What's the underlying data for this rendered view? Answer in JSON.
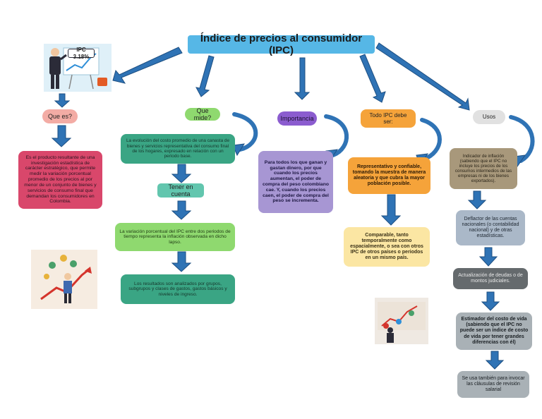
{
  "title": "Índice de precios al consumidor (IPC)",
  "badge": "IPC 3.18%",
  "col1": {
    "head": "Que es?",
    "text": "Es el producto resultante de una investigación estadística de carácter estratégico, que permite medir la variación porcentual promedio de los precios al por menor de un conjunto de bienes y servicios de consumo final que demandan los consumidores en Colombia."
  },
  "col2": {
    "head": "Que mide?",
    "box1": "La evolución del costo promedio de una canasta de bienes y servicios representativa del consumo final de los hogares, expresado en relación con un periodo base.",
    "mid": "Tener en cuenta",
    "box2": "La variación porcentual del IPC entre dos periodos de tiempo representa la inflación observada en dicho lapso.",
    "box3": "Los resultados son analizados por grupos, subgrupos y clases de gastos, gastos básicos y niveles de ingreso."
  },
  "col3": {
    "head": "Importancia",
    "text": "Para todos los que ganan y gastan dinero, por que cuando los precios aumentan, el poder de compra del peso colombiano cae. Y, cuando los precios caen, el poder de compra del peso se incrementa."
  },
  "col4": {
    "head": "Todo IPC debe ser:",
    "box1": "Representativo y confiable, tomando la muestra de manera aleatoria y que cubra la mayor población posible.",
    "box2": "Comparable, tanto temporalmente como espacialmente, o sea con otros IPC de otros países o periodos en un mismo país."
  },
  "col5": {
    "head": "Usos",
    "items": [
      "Indicador de inflación (sabiendo que el IPC no incluye los precios de los consumos intermedios de las empresas ni de los bienes exportados).",
      "Deflactor de las cuentas nacionales (o contabilidad nacional) y de otras estadísticas.",
      "Actualización de deudas o de montos judiciales.",
      "Estimador del costo de vida (sabiendo que el IPC no puede ser un índice de costo de vida por tener grandes diferencias con él)",
      "Se usa también para invocar las cláusulas de revisión salarial"
    ]
  },
  "colors": {
    "title": "#56b7e6",
    "arrow": "#2f73b5",
    "pink": "#d9476b",
    "teal": "#3aa584",
    "lightgreen": "#8fd96f",
    "purple": "#8b5ccf",
    "lavender": "#a796d3",
    "orange": "#f5a33a",
    "cream": "#fbe6a3",
    "grey": "#e1e1e1",
    "taupe": "#a8987b",
    "blue_grey": "#aab8c8",
    "dark_grey": "#656a6d",
    "slate": "#a9b1b6"
  }
}
